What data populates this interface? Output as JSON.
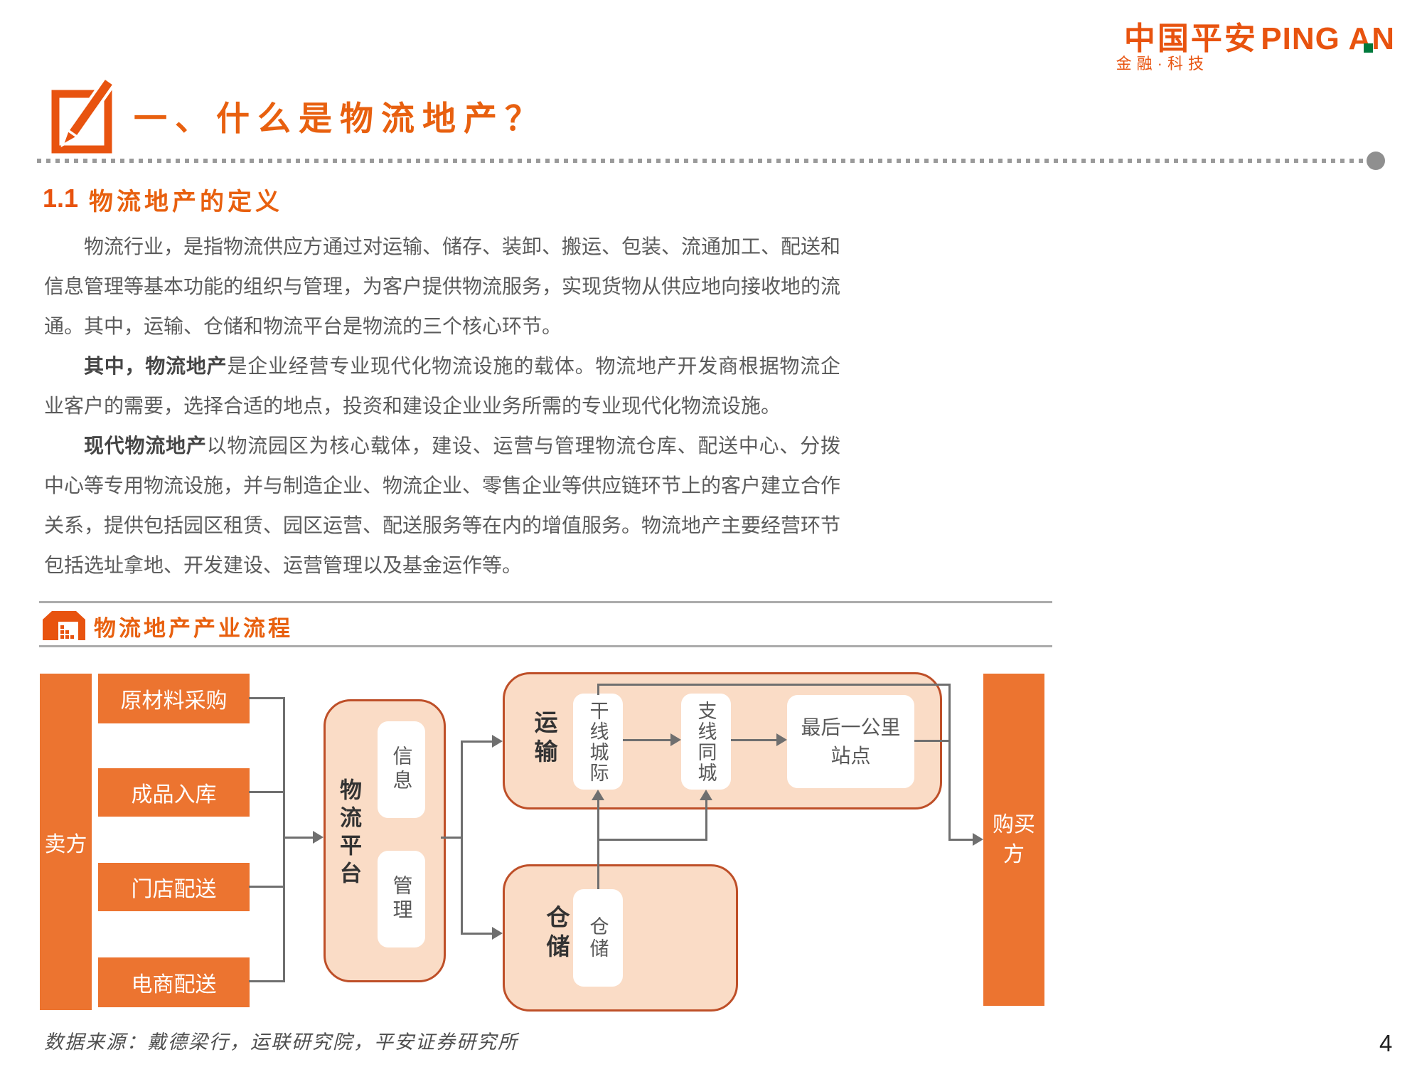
{
  "logo": {
    "cn": "中国平安",
    "en": "PING AN",
    "tagline": "金融·科技"
  },
  "header": {
    "title": "一、什么是物流地产？"
  },
  "section": {
    "number": "1.1",
    "title": "物流地产的定义"
  },
  "paragraphs": [
    {
      "pre": "物流行业，是指物流供应方通过对运输、储存、装卸、搬运、包装、流通加工、配送和信息管理等基本功能的组织与管理，为客户提供物流服务，实现货物从供应地向接收地的流通。其中，运输、仓储和物流平台是物流的三个核心环节。",
      "bold": "",
      "post": ""
    },
    {
      "pre": "",
      "bold": "其中，物流地产",
      "post": "是企业经营专业现代化物流设施的载体。物流地产开发商根据物流企业客户的需要，选择合适的地点，投资和建设企业业务所需的专业现代化物流设施。"
    },
    {
      "pre": "",
      "bold": "现代物流地产",
      "post": "以物流园区为核心载体，建设、运营与管理物流仓库、配送中心、分拨中心等专用物流设施，并与制造企业、物流企业、零售企业等供应链环节上的客户建立合作关系，提供包括园区租赁、园区运营、配送服务等在内的增值服务。物流地产主要经营环节包括选址拿地、开发建设、运营管理以及基金运作等。"
    }
  ],
  "figure": {
    "caption": "物流地产产业流程",
    "source": "数据来源：戴德梁行，运联研究院，平安证券研究所",
    "seller": "卖方",
    "buyer": "购买方",
    "seller_items": [
      "原材料采购",
      "成品入库",
      "门店配送",
      "电商配送"
    ],
    "platform": {
      "label": "物流平台",
      "children": [
        "信息",
        "管理"
      ]
    },
    "transport": {
      "label": "运输",
      "children": [
        "干线城际",
        "支线同城",
        "最后一公里站点"
      ]
    },
    "warehouse": {
      "label": "仓储",
      "children": [
        "仓储"
      ]
    }
  },
  "page_number": "4",
  "colors": {
    "brand_orange": "#E8530F",
    "box_orange": "#EC7430",
    "peach_fill": "#FADCC6",
    "peach_border": "#BE4F28",
    "connector_gray": "#6F6F6F",
    "body_gray": "#5B5B5B",
    "logo_green": "#007A3D"
  }
}
